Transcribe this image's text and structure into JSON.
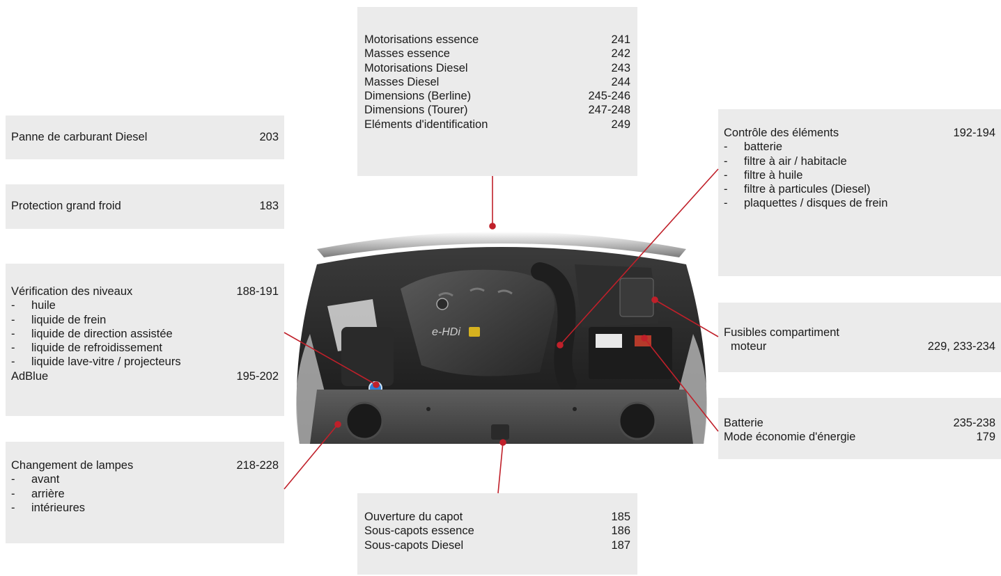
{
  "panne": {
    "label": "Panne de carburant Diesel",
    "page": "203"
  },
  "froid": {
    "label": "Protection grand froid",
    "page": "183"
  },
  "niveaux": {
    "title": "Vérification des niveaux",
    "page": "188-191",
    "dash": "-",
    "items": [
      "huile",
      "liquide de frein",
      "liquide de direction assistée",
      "liquide de refroidissement",
      "liquide lave-vitre / projecteurs"
    ],
    "adblue_label": "AdBlue",
    "adblue_page": "195-202"
  },
  "lampes": {
    "title": "Changement de lampes",
    "page": "218-228",
    "dash": "-",
    "items": [
      "avant",
      "arrière",
      "intérieures"
    ]
  },
  "moteur": {
    "rows": [
      {
        "label": "Motorisations essence",
        "page": "241"
      },
      {
        "label": "Masses essence",
        "page": "242"
      },
      {
        "label": "Motorisations Diesel",
        "page": "243"
      },
      {
        "label": "Masses Diesel",
        "page": "244"
      },
      {
        "label": "Dimensions (Berline)",
        "page": "245-246"
      },
      {
        "label": "Dimensions (Tourer)",
        "page": "247-248"
      },
      {
        "label": "Eléments d'identification",
        "page": "249"
      }
    ]
  },
  "capot": {
    "rows": [
      {
        "label": "Ouverture du capot",
        "page": "185"
      },
      {
        "label": "Sous-capots essence",
        "page": "186"
      },
      {
        "label": "Sous-capots Diesel",
        "page": "187"
      }
    ]
  },
  "controle": {
    "title": "Contrôle des éléments",
    "page": "192-194",
    "dash": "-",
    "items": [
      "batterie",
      "filtre à air / habitacle",
      "filtre à huile",
      "filtre à particules (Diesel)",
      "plaquettes / disques de frein"
    ]
  },
  "fusibles": {
    "line1": "Fusibles compartiment",
    "line2": "moteur",
    "page": "229, 233-234"
  },
  "batterie": {
    "rows": [
      {
        "label": "Batterie",
        "page": "235-238"
      },
      {
        "label": "Mode économie d'énergie",
        "page": "179"
      }
    ]
  },
  "engine_badge": "e-HDi",
  "colors": {
    "box_bg": "#ebebeb",
    "leader": "#c0202a",
    "text": "#1a1a1a"
  }
}
